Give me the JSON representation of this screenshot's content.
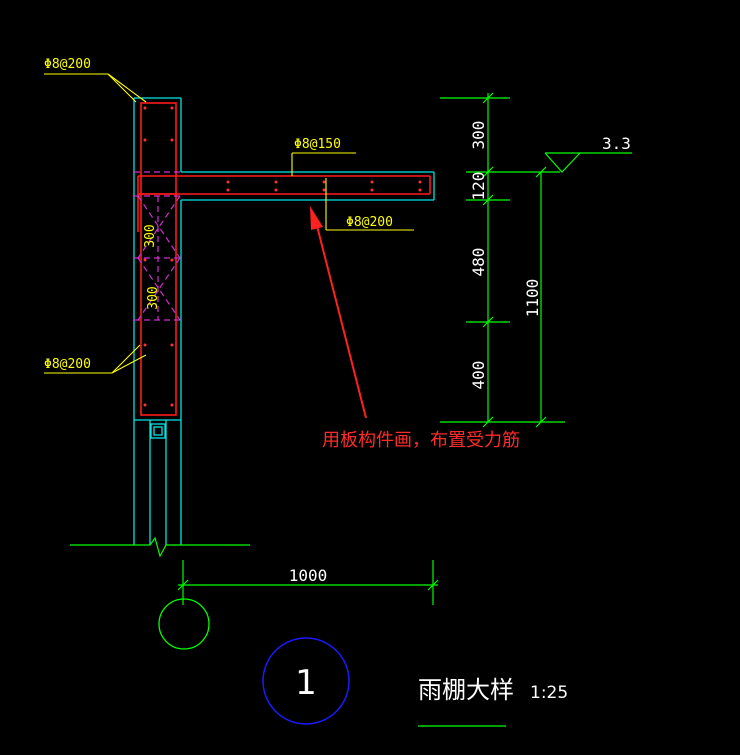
{
  "rebar_labels": {
    "top_left": "Φ8@200",
    "slab_top": "Φ8@150",
    "slab_bottom": "Φ8@200",
    "bottom_left": "Φ8@200"
  },
  "beam_dims": {
    "upper": "300",
    "lower": "300"
  },
  "vertical_dims": {
    "d1": "300",
    "d2": "120",
    "d3": "480",
    "d4": "400",
    "total": "1100"
  },
  "elevation": "3.3",
  "horizontal_dim": "1000",
  "annotation": "用板构件画，布置受力筋",
  "detail_number": "1",
  "detail_title": "雨棚大样",
  "detail_scale": "1:25",
  "colors": {
    "background": "#000000",
    "structure": "#00e5e5",
    "rebar": "#ff0000",
    "leader": "#ffff00",
    "dimension": "#00ff00",
    "annotation": "#ff2a2a",
    "circle": "#0000ff"
  }
}
